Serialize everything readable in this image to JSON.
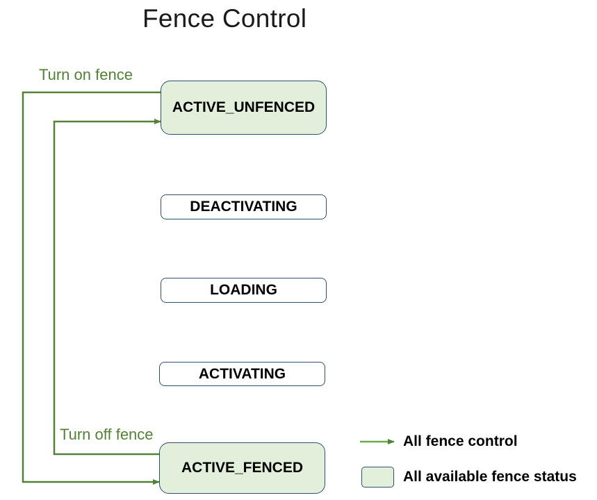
{
  "title": "Fence Control",
  "colors": {
    "arrow": "#538135",
    "available_fill": "#e2efda",
    "box_border": "#2f4f6f"
  },
  "states": [
    {
      "id": "active-unfenced",
      "label": "ACTIVE_UNFENCED",
      "available": true
    },
    {
      "id": "deactivating",
      "label": "DEACTIVATING",
      "available": false
    },
    {
      "id": "loading",
      "label": "LOADING",
      "available": false
    },
    {
      "id": "activating",
      "label": "ACTIVATING",
      "available": false
    },
    {
      "id": "active-fenced",
      "label": "ACTIVE_FENCED",
      "available": true
    }
  ],
  "transitions": [
    {
      "label": "Turn on fence",
      "from": "ACTIVE_UNFENCED",
      "to": "ACTIVE_FENCED"
    },
    {
      "label": "Turn off fence",
      "from": "ACTIVE_FENCED",
      "to": "ACTIVE_UNFENCED"
    }
  ],
  "legend": {
    "arrow_label": "All fence control",
    "box_label": "All available fence status"
  }
}
